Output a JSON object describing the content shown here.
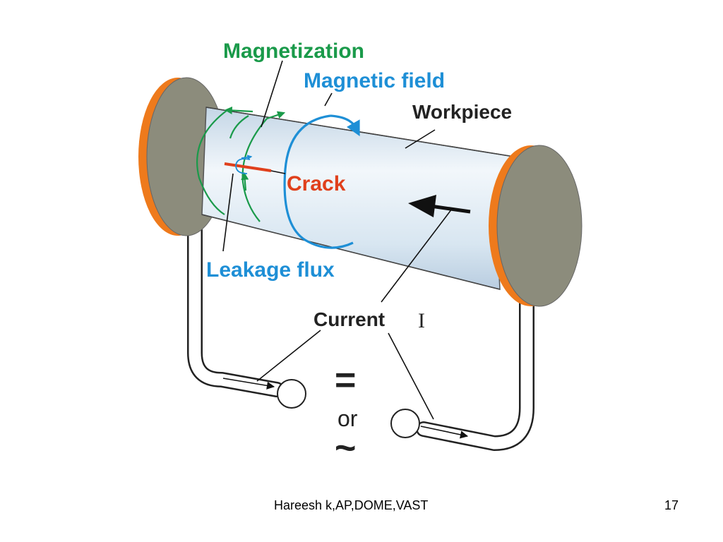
{
  "diagram": {
    "labels": {
      "magnetization": "Magnetization",
      "magnetic_field": "Magnetic field",
      "workpiece": "Workpiece",
      "crack": "Crack",
      "leakage_flux": "Leakage flux",
      "current_word": "Current",
      "current_symbol": "I",
      "dc_symbol": "=",
      "or": "or",
      "ac_symbol": "~"
    },
    "colors": {
      "magnetization": "#1a9a4a",
      "magnetic_field": "#1e8fd6",
      "crack": "#e0401c",
      "end_cap_face": "#8c8c7c",
      "end_cap_rim": "#ee7a1c",
      "workpiece": "#dce9f3",
      "text": "#222222"
    }
  },
  "footer": {
    "credit": "Hareesh k,AP,DOME,VAST",
    "page_number": "17"
  }
}
